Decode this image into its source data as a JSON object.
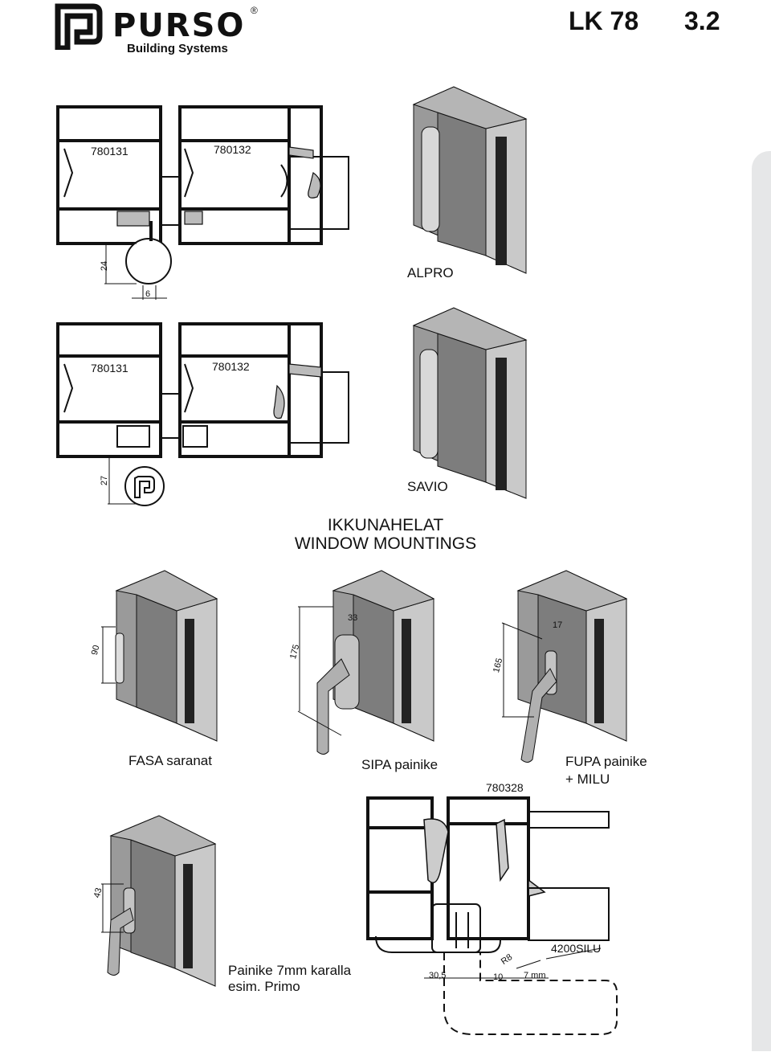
{
  "header": {
    "brand": "PURSO",
    "brand_sub": "Building Systems",
    "registered": "®",
    "series": "LK 78",
    "page_number": "3.2"
  },
  "section_title": {
    "line1": "IKKUNAHELAT",
    "line2": "WINDOW MOUNTINGS"
  },
  "detail_top": {
    "profile_left": "780131",
    "profile_right": "780132",
    "dim_height": "24",
    "dim_width": "6",
    "caption": "ALPRO"
  },
  "detail_middle": {
    "profile_left": "780131",
    "profile_right": "780132",
    "dim_height": "27",
    "caption": "SAVIO"
  },
  "isometrics": [
    {
      "dim": "90",
      "caption": "FASA saranat"
    },
    {
      "dim": "175",
      "dim2": "33",
      "caption": "SIPA painike"
    },
    {
      "dim": "165",
      "dim2": "17",
      "caption_line1": "FUPA painike",
      "caption_line2": "+ MILU"
    }
  ],
  "bottom_left": {
    "dim": "43",
    "caption_line1": "Painike 7mm karalla",
    "caption_line2": "esim. Primo"
  },
  "bottom_section": {
    "profile": "780328",
    "accessory": "4200SILU",
    "dim_a": "30,5",
    "dim_b": "10",
    "dim_c": "7 mm",
    "radius": "R8"
  }
}
